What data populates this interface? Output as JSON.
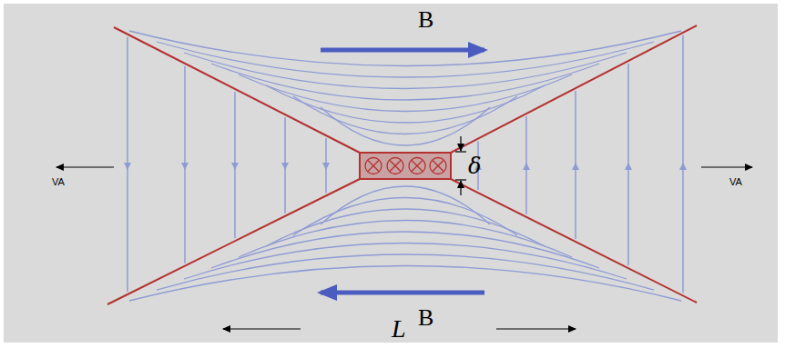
{
  "diagram": {
    "labels": [
      "B",
      "B",
      "VA",
      "VA",
      "δ",
      "L"
    ]
  }
}
